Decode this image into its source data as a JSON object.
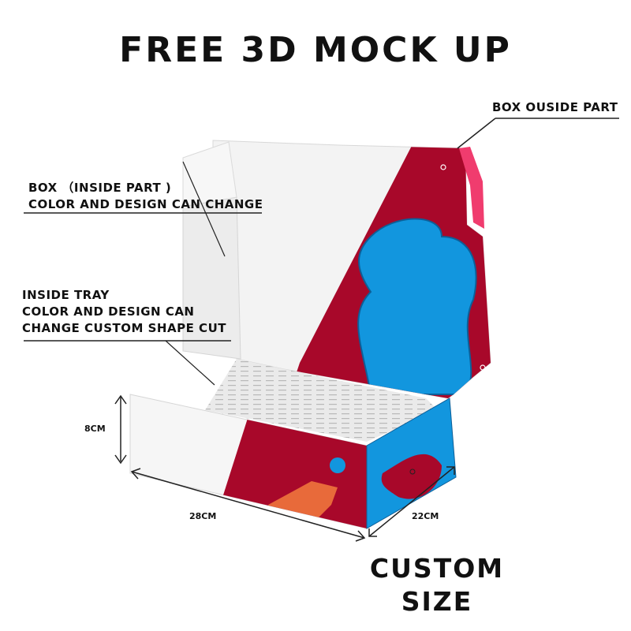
{
  "title": "FREE 3D MOCK UP",
  "callouts": {
    "outside": "BOX OUSIDE PART",
    "inside_part": {
      "line1": "BOX （INSIDE PART )",
      "line2": "COLOR AND DESIGN CAN CHANGE"
    },
    "inside_tray": {
      "line1": "INSIDE TRAY",
      "line2": "COLOR AND DESIGN CAN",
      "line3": "CHANGE CUSTOM SHAPE CUT"
    }
  },
  "dimensions": {
    "height": "8CM",
    "length": "28CM",
    "width": "22CM"
  },
  "custom_size": {
    "line1": "CUSTOM",
    "line2": "SIZE"
  },
  "colors": {
    "box_red": "#a8082a",
    "box_blue": "#1296de",
    "accent_pink": "#f03c6e",
    "accent_orange": "#e86a3a",
    "inside_white": "#f4f4f4"
  }
}
